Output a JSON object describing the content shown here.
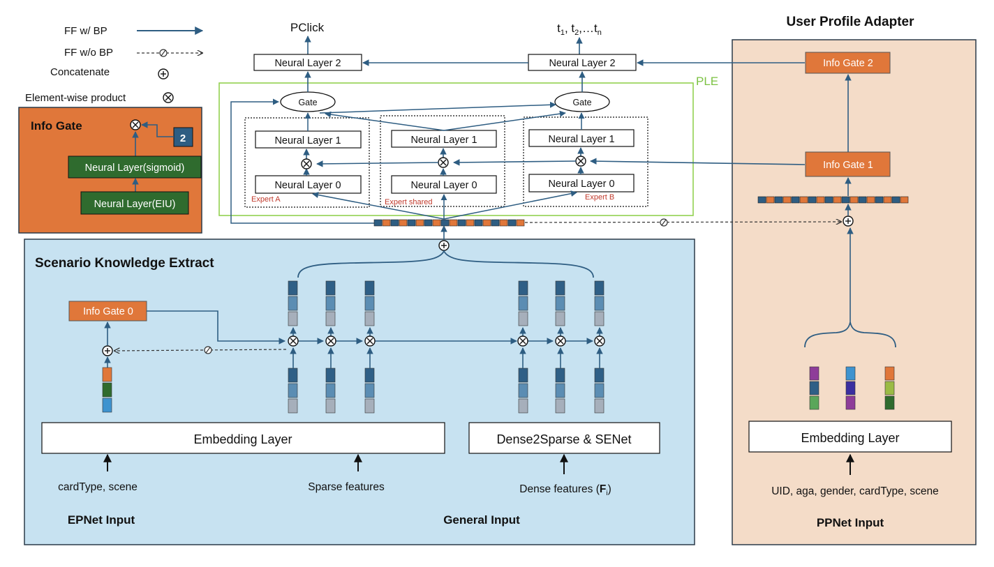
{
  "legend": {
    "ff_bp": "FF w/ BP",
    "ff_no_bp": "FF w/o BP",
    "concat": "Concatenate",
    "product": "Element-wise product"
  },
  "info_gate_panel": {
    "title": "Info Gate",
    "badge": "2",
    "sigmoid_layer": "Neural Layer(sigmoid)",
    "elu_layer": "Neural Layer(EIU)"
  },
  "outputs": {
    "pclick": "PClick",
    "t_base": "t",
    "t1_sub": "1",
    "t2_sub": "2",
    "tn_sub": "n",
    "sep1": ", ",
    "sep2": ",…"
  },
  "ple": {
    "label": "PLE",
    "top_left": "Neural Layer 2",
    "top_right": "Neural Layer 2",
    "gate": "Gate",
    "nl1": "Neural Layer 1",
    "nl0": "Neural Layer 0",
    "expert_a": "Expert A",
    "expert_shared": "Expert shared",
    "expert_b": "Expert B"
  },
  "ske": {
    "title": "Scenario Knowledge Extract",
    "info_gate_0": "Info Gate 0",
    "embedding": "Embedding Layer",
    "dense2sparse": "Dense2Sparse & SENet",
    "card_scene": "cardType, scene",
    "sparse": "Sparse features",
    "dense": "Dense features (",
    "dense_f": "F",
    "dense_sub": "i",
    "dense_close": ")",
    "epnet": "EPNet Input",
    "general": "General Input"
  },
  "upa": {
    "title": "User Profile Adapter",
    "gate2": "Info Gate 2",
    "gate1": "Info Gate  1",
    "embedding": "Embedding Layer",
    "inputs": "UID, aga, gender, cardType, scene",
    "ppnet": "PPNet Input"
  },
  "colors": {
    "arrow": "#2e5d82",
    "orange": "#e0773a",
    "green": "#2f6b2e",
    "ske_bg": "#c7e2f1",
    "upa_bg": "#f4dcc8",
    "ple_border": "#92d050"
  }
}
